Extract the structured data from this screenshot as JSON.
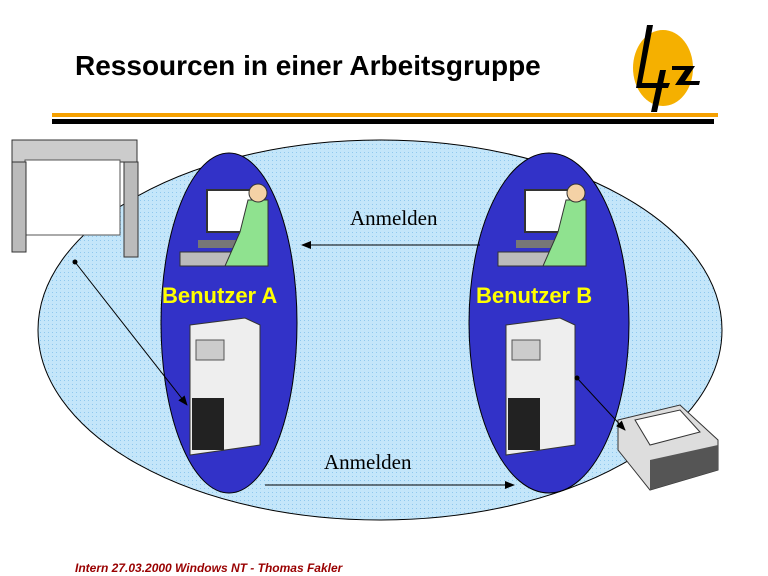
{
  "slide": {
    "title": "Ressourcen in einer Arbeitsgruppe",
    "footer": "Intern 27.03.2000 Windows NT - Thomas Fakler",
    "logo_text": "Lrz"
  },
  "users": [
    {
      "label": "Benutzer A"
    },
    {
      "label": "Benutzer B"
    }
  ],
  "connections": [
    {
      "label": "Anmelden",
      "from": "Benutzer B",
      "to": "Benutzer A"
    },
    {
      "label": "Anmelden",
      "from": "Benutzer A",
      "to": "Benutzer B"
    }
  ],
  "colors": {
    "workgroup": "#bfe3f7",
    "user": "#3232c8",
    "label": "#ffff00",
    "accent": "#f5a000",
    "footer": "#990000"
  }
}
